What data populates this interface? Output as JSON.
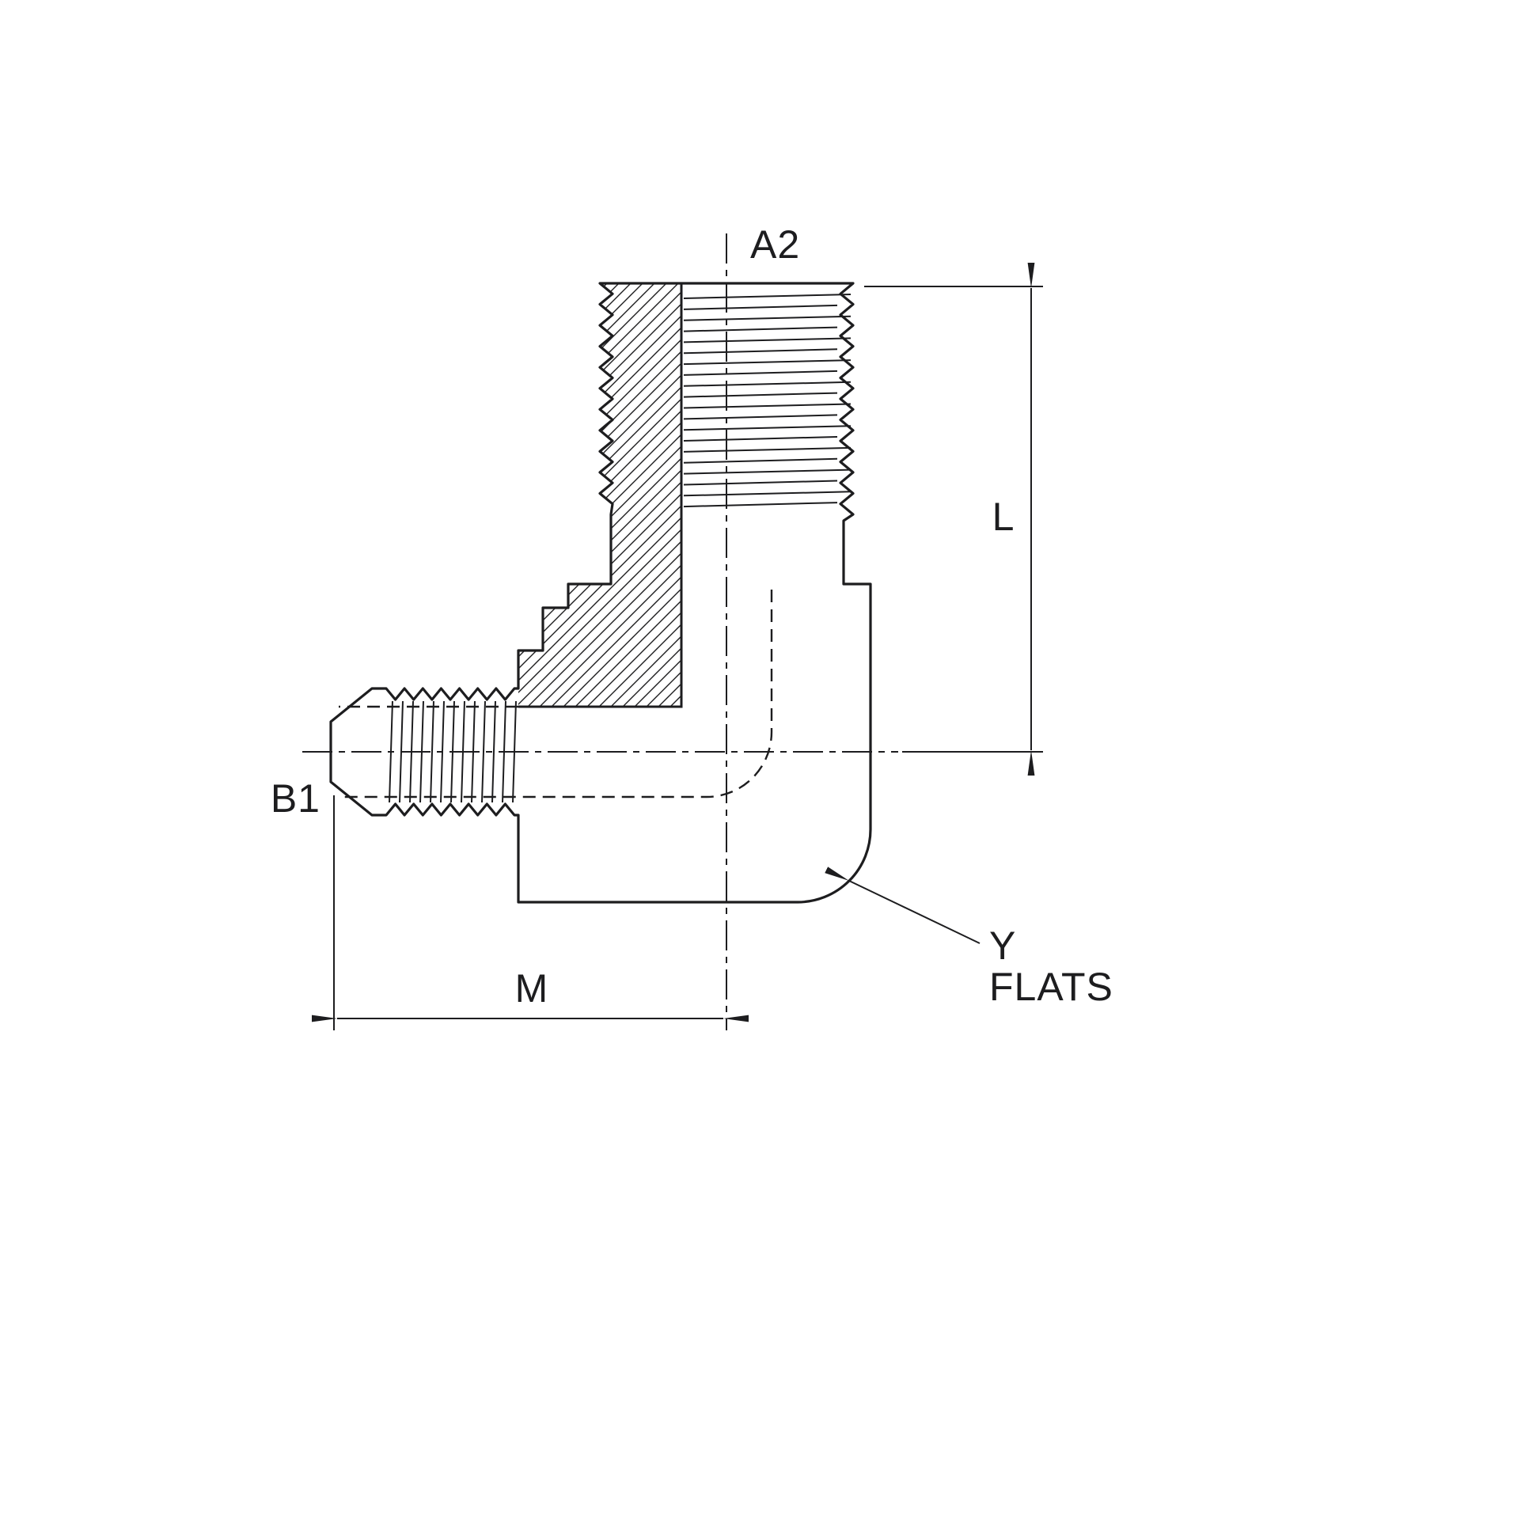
{
  "drawing": {
    "labels": {
      "a2": "A2",
      "l": "L",
      "b1": "B1",
      "m": "M",
      "y": "Y",
      "flats": "FLATS"
    },
    "colors": {
      "line": "#1d1d1f",
      "background": "#ffffff"
    }
  }
}
